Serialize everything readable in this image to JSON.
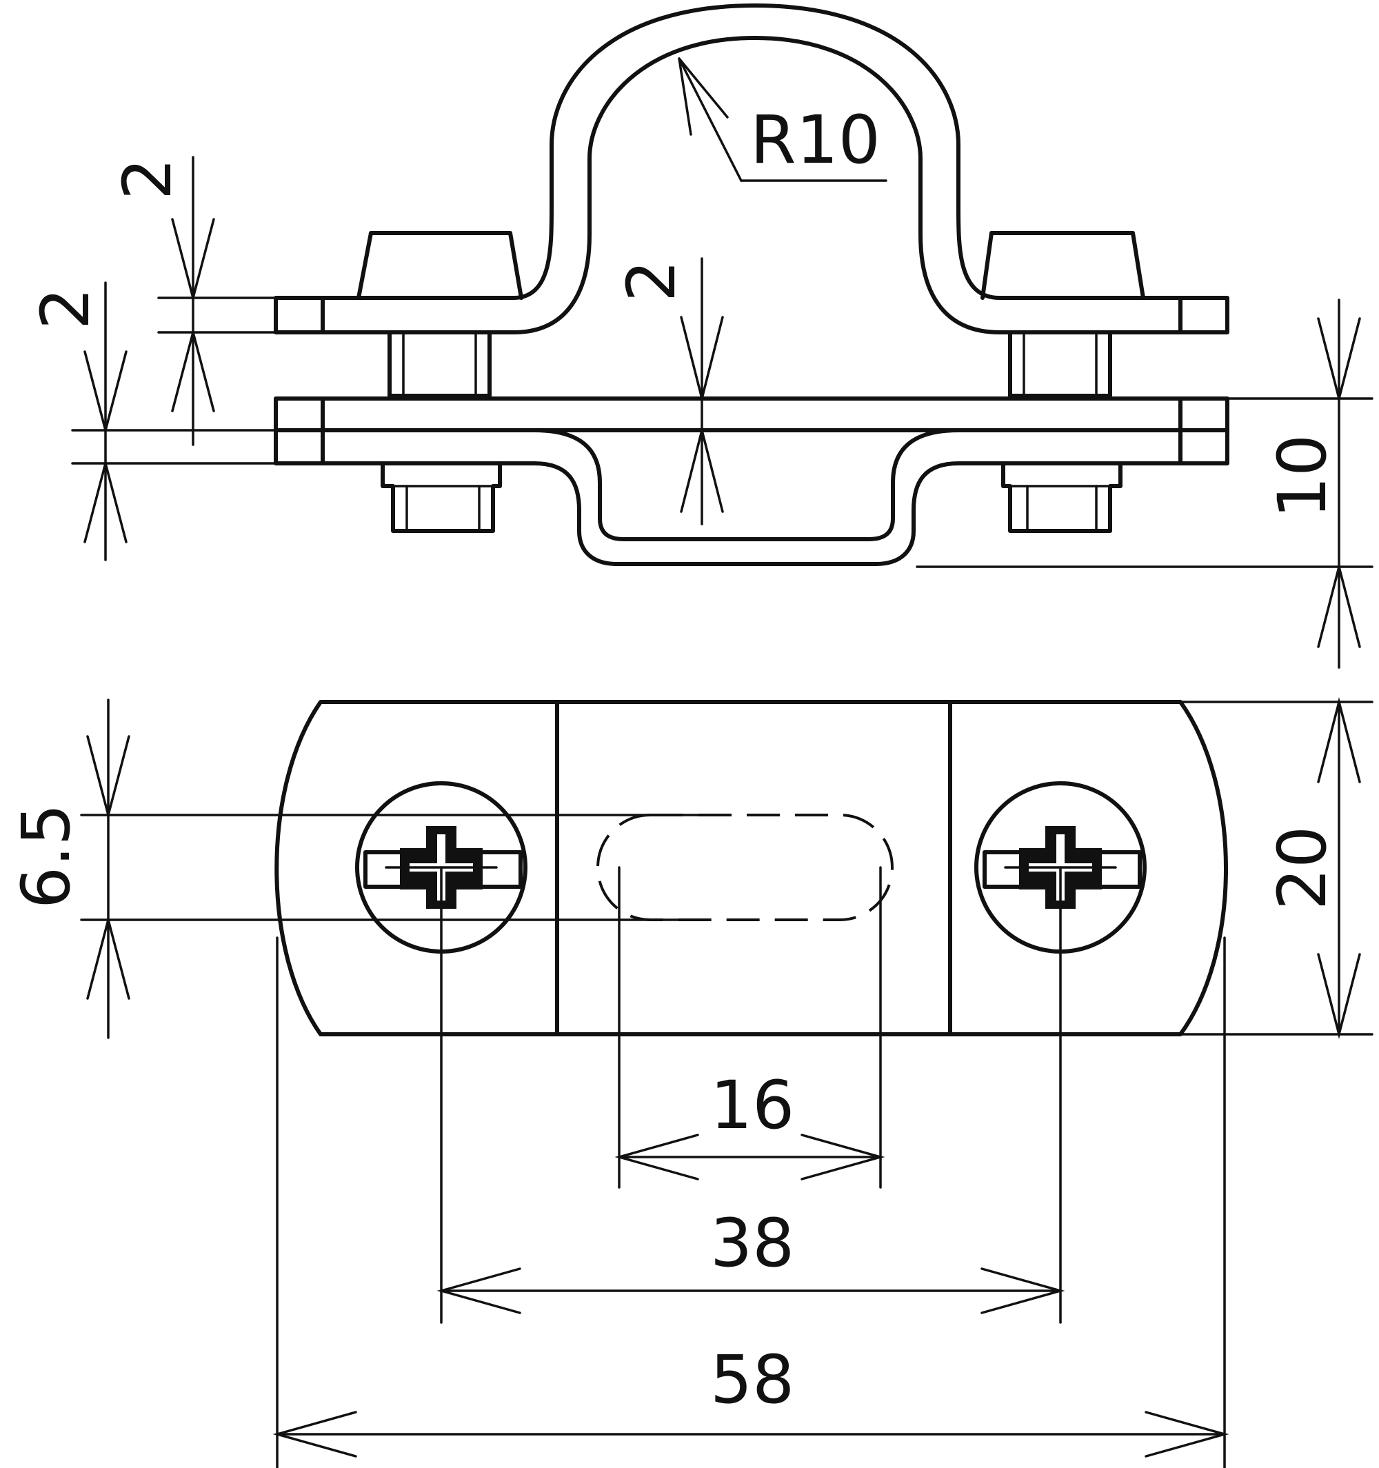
{
  "figure": {
    "view_top": "side elevation of saddle clamp with two bolts",
    "view_bottom": "plan view of clamp with slotted hole"
  },
  "dimensions": {
    "radius_label": "R10",
    "top_thickness_label": "2",
    "gap_label": "2",
    "inner_offset_label": "2",
    "height_label": "10",
    "slot_width_label": "6.5",
    "width_label": "20",
    "slot_length_label": "16",
    "bolt_spacing_label": "38",
    "overall_length_label": "58"
  },
  "colors": {
    "line": "#111111",
    "background": "#ffffff"
  }
}
